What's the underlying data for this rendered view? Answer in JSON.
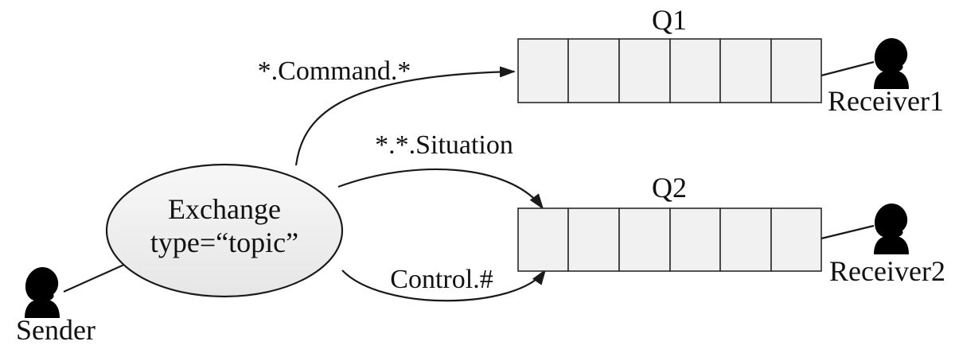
{
  "exchange": {
    "line1": "Exchange",
    "line2": "type=“topic”"
  },
  "queues": {
    "q1": {
      "name": "Q1"
    },
    "q2": {
      "name": "Q2"
    }
  },
  "routes": {
    "command": "*.Command.*",
    "situation": "*.*.Situation",
    "control": "Control.#"
  },
  "actors": {
    "sender": "Sender",
    "receiver1": "Receiver1",
    "receiver2": "Receiver2"
  },
  "icons": {
    "person": "person-icon"
  }
}
